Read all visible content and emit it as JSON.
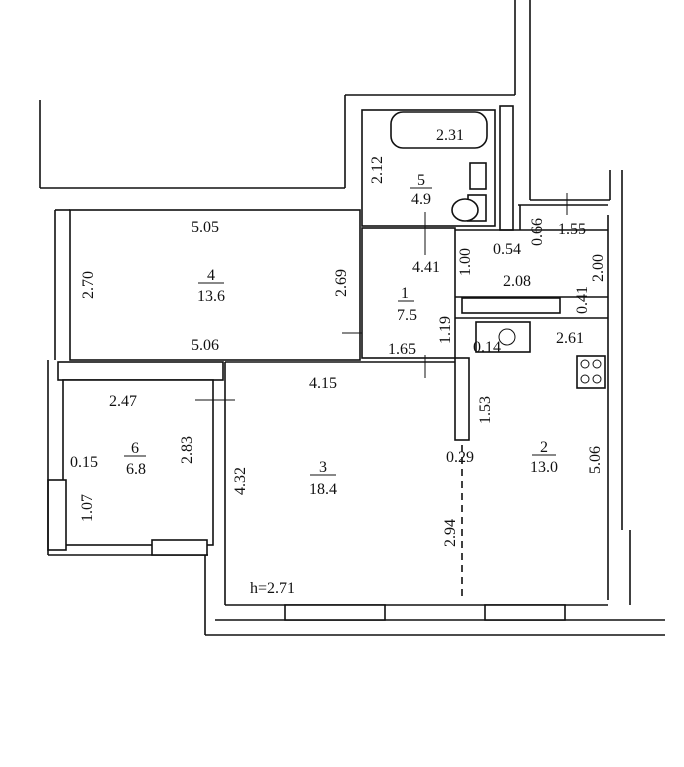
{
  "rooms": [
    {
      "number": "1",
      "area": "7.5"
    },
    {
      "number": "2",
      "area": "13.0"
    },
    {
      "number": "3",
      "area": "18.4"
    },
    {
      "number": "4",
      "area": "13.6"
    },
    {
      "number": "5",
      "area": "4.9"
    },
    {
      "number": "6",
      "area": "6.8"
    }
  ],
  "dimensions": {
    "bath": "2.31",
    "bath_h": "2.12",
    "bath_w": "4.41",
    "r4_top": "5.05",
    "r4_left": "2.70",
    "r4_right": "2.69",
    "r4_bottom": "5.06",
    "hall_100": "1.00",
    "hall_119": "1.19",
    "hall_165": "1.65",
    "hall_054": "0.54",
    "hall_066": "0.66",
    "k_155": "1.55",
    "k_200": "2.00",
    "k_208": "2.08",
    "k_041": "0.41",
    "k_014": "0.14",
    "k_261": "2.61",
    "k_153": "1.53",
    "k_029": "0.29",
    "k_506": "5.06",
    "k_294": "2.94",
    "r3_top": "4.15",
    "r3_left": "4.32",
    "r6_top": "2.47",
    "r6_right": "2.83",
    "r6_015": "0.15",
    "r6_107": "1.07"
  },
  "ceiling_height": "h=2.71"
}
